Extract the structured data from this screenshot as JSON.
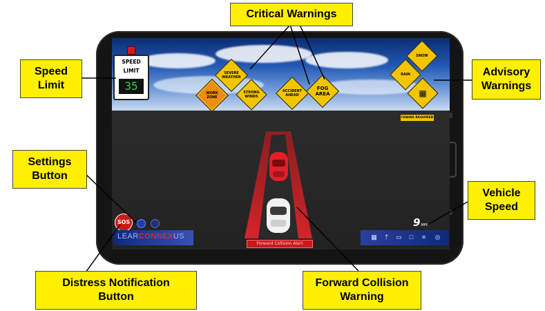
{
  "callouts": {
    "critical": "Critical Warnings",
    "speed_limit_line1": "Speed",
    "speed_limit_line2": "Limit",
    "advisory_line1": "Advisory",
    "advisory_line2": "Warnings",
    "settings_line1": "Settings",
    "settings_line2": "Button",
    "vehicle_line1": "Vehicle",
    "vehicle_line2": "Speed",
    "distress_line1": "Distress Notification",
    "distress_line2": "Button",
    "fcw_line1": "Forward Collision",
    "fcw_line2": "Warning"
  },
  "screen": {
    "speed_limit_sign": {
      "line1": "SPEED",
      "line2": "LIMIT",
      "value": "35"
    },
    "critical_signs": [
      {
        "label": "WORK ZONE",
        "color": "#f08a10"
      },
      {
        "label": "SEVERE WEATHER",
        "color": "#f3c500"
      },
      {
        "label": "STRONG WINDS",
        "color": "#f3c500"
      },
      {
        "label": "ACCIDENT AHEAD",
        "color": "#f3c500"
      },
      {
        "label": "FOG AREA",
        "color": "#f3c500"
      }
    ],
    "advisory_signs": [
      {
        "label": "SNOW",
        "color": "#f3c500"
      },
      {
        "label": "RAIN",
        "color": "#f3c500"
      },
      {
        "label": "",
        "color": "#f3c500"
      }
    ],
    "chains_required": "CHAINS REQUIRED",
    "sos_label": "SOS",
    "logo": {
      "part1": "LEAR",
      "part2": "CONNEX",
      "part3": "US"
    },
    "forward_collision_alert": "Forward Collision Alert",
    "vehicle_speed": {
      "value": "9",
      "unit": "MPH"
    }
  },
  "colors": {
    "callout_fill": "#ffef00",
    "warning_lane": "#c8191e",
    "sos": "#d01818"
  }
}
